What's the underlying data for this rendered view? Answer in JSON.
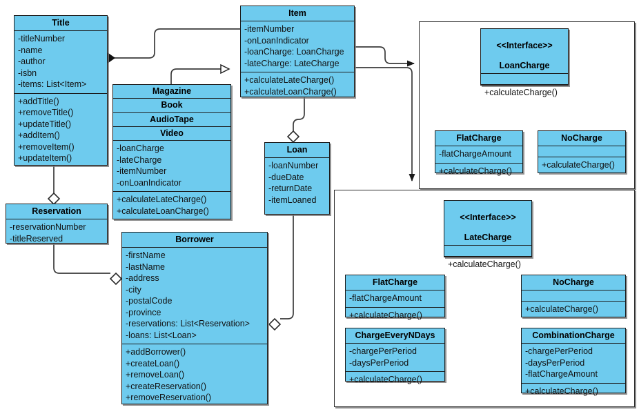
{
  "diagram": {
    "kind": "uml-class-diagram",
    "background": "#ffffff",
    "class_fill": "#6ecbee",
    "class_stroke": "#1b1b1b",
    "panel_stroke": "#2b2b2b"
  },
  "classes": {
    "title": {
      "name": "Title",
      "attributes": [
        "-titleNumber",
        "-name",
        "-author",
        "-isbn",
        "-items: List<Item>"
      ],
      "operations": [
        "+addTitle()",
        "+removeTitle()",
        "+updateTitle()",
        "+addItem()",
        "+removeItem()",
        "+updateItem()"
      ]
    },
    "item": {
      "name": "Item",
      "attributes": [
        "-itemNumber",
        "-onLoanIndicator",
        "-loanCharge: LoanCharge",
        "-lateCharge: LateCharge"
      ],
      "operations": [
        "+calculateLateCharge()",
        "+calculateLoanCharge()"
      ]
    },
    "media": {
      "names": [
        "Magazine",
        "Book",
        "AudioTape",
        "Video"
      ],
      "attributes": [
        "-loanCharge",
        "-lateCharge",
        "-itemNumber",
        "-onLoanIndicator"
      ],
      "operations": [
        "+calculateLateCharge()",
        "+calculateLoanCharge()"
      ]
    },
    "loan": {
      "name": "Loan",
      "attributes": [
        "-loanNumber",
        "-dueDate",
        "-returnDate",
        "-itemLoaned"
      ],
      "operations": []
    },
    "reservation": {
      "name": "Reservation",
      "attributes": [
        "-reservationNumber",
        "-titleReserved"
      ],
      "operations": []
    },
    "borrower": {
      "name": "Borrower",
      "attributes": [
        "-firstName",
        "-lastName",
        "-address",
        "-city",
        "-postalCode",
        "-province",
        "-reservations: List<Reservation>",
        "-loans: List<Loan>"
      ],
      "operations": [
        "+addBorrower()",
        "+createLoan()",
        "+removeLoan()",
        "+createReservation()",
        "+removeReservation()"
      ]
    },
    "loancharge_iface": {
      "stereotype": "<<Interface>>",
      "name": "LoanCharge",
      "attributes": [],
      "operations": [
        "+calculateCharge()"
      ]
    },
    "loan_flatcharge": {
      "name": "FlatCharge",
      "attributes": [
        "-flatChargeAmount"
      ],
      "operations": [
        "+calculateCharge()"
      ]
    },
    "loan_nocharge": {
      "name": "NoCharge",
      "attributes": [],
      "operations": [
        "+calculateCharge()"
      ]
    },
    "latecharge_iface": {
      "stereotype": "<<Interface>>",
      "name": "LateCharge",
      "attributes": [],
      "operations": [
        "+calculateCharge()"
      ]
    },
    "late_flatcharge": {
      "name": "FlatCharge",
      "attributes": [
        "-flatChargeAmount"
      ],
      "operations": [
        "+calculateCharge()"
      ]
    },
    "late_nocharge": {
      "name": "NoCharge",
      "attributes": [],
      "operations": [
        "+calculateCharge()"
      ]
    },
    "late_chargeeveryndays": {
      "name": "ChargeEveryNDays",
      "attributes": [
        "-chargePerPeriod",
        "-daysPerPeriod"
      ],
      "operations": [
        "+calculateCharge()"
      ]
    },
    "late_combinationcharge": {
      "name": "CombinationCharge",
      "attributes": [
        "-chargePerPeriod",
        "-daysPerPeriod",
        "-flatChargeAmount"
      ],
      "operations": [
        "+calculateCharge()"
      ]
    }
  },
  "relationships": [
    {
      "from": "Title",
      "to": "Item",
      "type": "composition"
    },
    {
      "from": "Title",
      "to": "Reservation",
      "type": "aggregation"
    },
    {
      "from": "Magazine/Book/AudioTape/Video",
      "to": "Item",
      "type": "generalization"
    },
    {
      "from": "Item",
      "to": "Loan",
      "type": "aggregation"
    },
    {
      "from": "Item",
      "to": "LoanCharge package",
      "type": "association"
    },
    {
      "from": "Item",
      "to": "LateCharge package",
      "type": "association"
    },
    {
      "from": "Loan",
      "to": "Borrower",
      "type": "aggregation"
    },
    {
      "from": "Reservation",
      "to": "Borrower",
      "type": "aggregation"
    },
    {
      "from": "FlatCharge",
      "to": "LoanCharge",
      "type": "realization"
    },
    {
      "from": "NoCharge",
      "to": "LoanCharge",
      "type": "realization"
    },
    {
      "from": "FlatCharge",
      "to": "LateCharge",
      "type": "realization"
    },
    {
      "from": "NoCharge",
      "to": "LateCharge",
      "type": "realization"
    },
    {
      "from": "ChargeEveryNDays",
      "to": "LateCharge",
      "type": "realization"
    },
    {
      "from": "CombinationCharge",
      "to": "LateCharge",
      "type": "realization"
    }
  ]
}
